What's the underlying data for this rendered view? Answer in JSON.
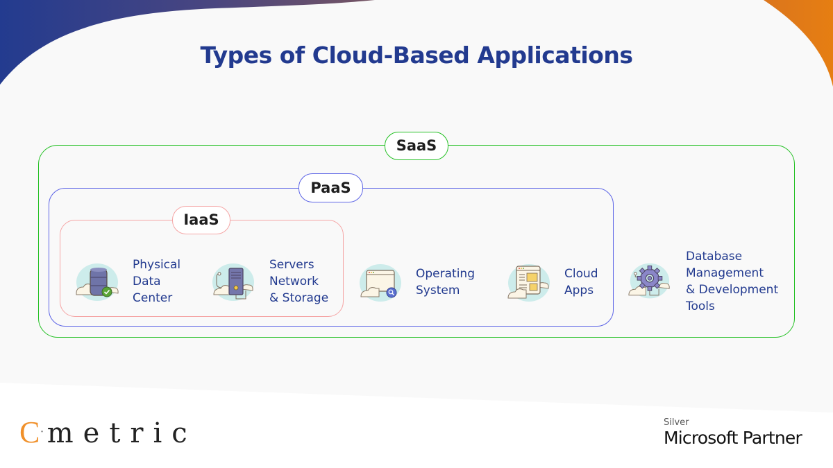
{
  "page": {
    "title": "Types of Cloud-Based Applications",
    "colors": {
      "title": "#223a8f",
      "item_text": "#223a8f",
      "saas_border": "#22c022",
      "paas_border": "#5b63e6",
      "iaas_border": "#f5a5a5",
      "corner_left": "#233b8f",
      "corner_right": "#e67e12",
      "logo_accent": "#f0902a"
    }
  },
  "tiers": {
    "saas": {
      "label": "SaaS"
    },
    "paas": {
      "label": "PaaS"
    },
    "iaas": {
      "label": "IaaS"
    }
  },
  "items": [
    {
      "tier": "IaaS",
      "icon": "database-cloud-icon",
      "lines": [
        "Physical",
        "Data",
        "Center"
      ]
    },
    {
      "tier": "IaaS",
      "icon": "server-cloud-icon",
      "lines": [
        "Servers",
        "Network",
        "& Storage"
      ]
    },
    {
      "tier": "PaaS",
      "icon": "browser-search-cloud-icon",
      "lines": [
        "Operating",
        "System"
      ]
    },
    {
      "tier": "PaaS",
      "icon": "web-app-cloud-icon",
      "lines": [
        "Cloud",
        "Apps"
      ]
    },
    {
      "tier": "SaaS",
      "icon": "gear-cloud-icon",
      "lines": [
        "Database",
        "Management",
        "& Development",
        "Tools"
      ]
    }
  ],
  "footer": {
    "logo": {
      "initial": "C",
      "separator": "·",
      "rest": "metric"
    },
    "partner": {
      "tier": "Silver",
      "name": "Microsoft Partner"
    }
  }
}
